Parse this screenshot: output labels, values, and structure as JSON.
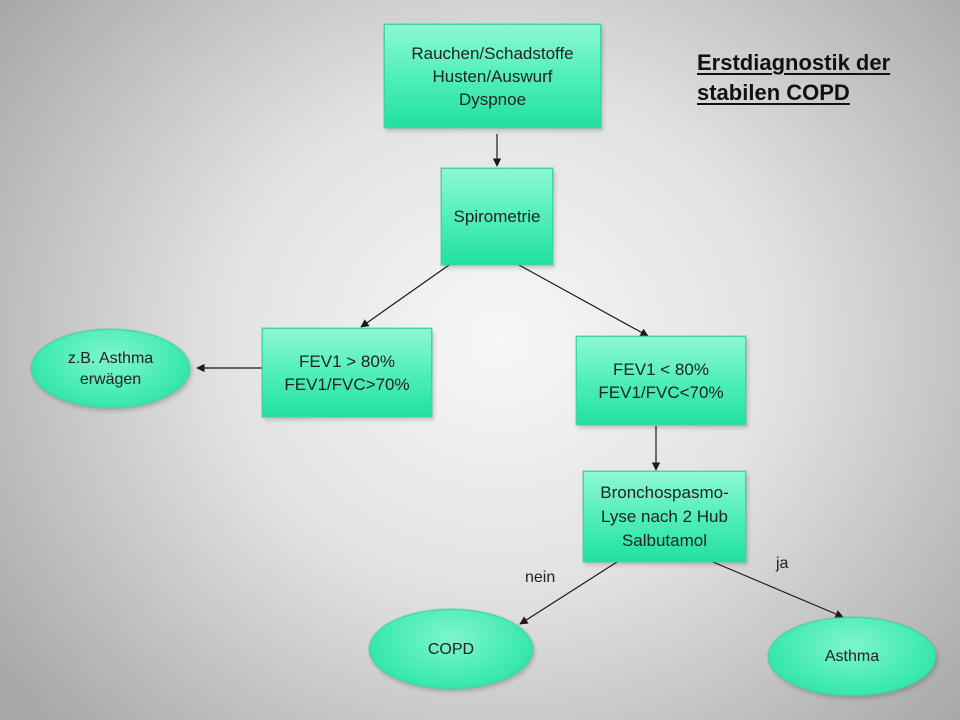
{
  "title": {
    "line1": "Erstdiagnostik der",
    "line2": "stabilen COPD"
  },
  "nodes": {
    "start": "Rauchen/Schadstoffe\nHusten/Auswurf\nDyspnoe",
    "spirometrie": "Spirometrie",
    "fev_high": "FEV1 > 80%\nFEV1/FVC>70%",
    "fev_low": "FEV1 < 80%\nFEV1/FVC<70%",
    "bronchospasmolyse": "Bronchospasmo-\nLyse nach 2 Hub\nSalbutamol",
    "asthma_erwaegen": "z.B. Asthma\nerwägen",
    "copd": "COPD",
    "asthma": "Asthma"
  },
  "edge_labels": {
    "nein": "nein",
    "ja": "ja"
  },
  "colors": {
    "node_fill": "#4ceeb8",
    "node_border": "#39d7a3",
    "arrow": "#1a1a1a"
  }
}
